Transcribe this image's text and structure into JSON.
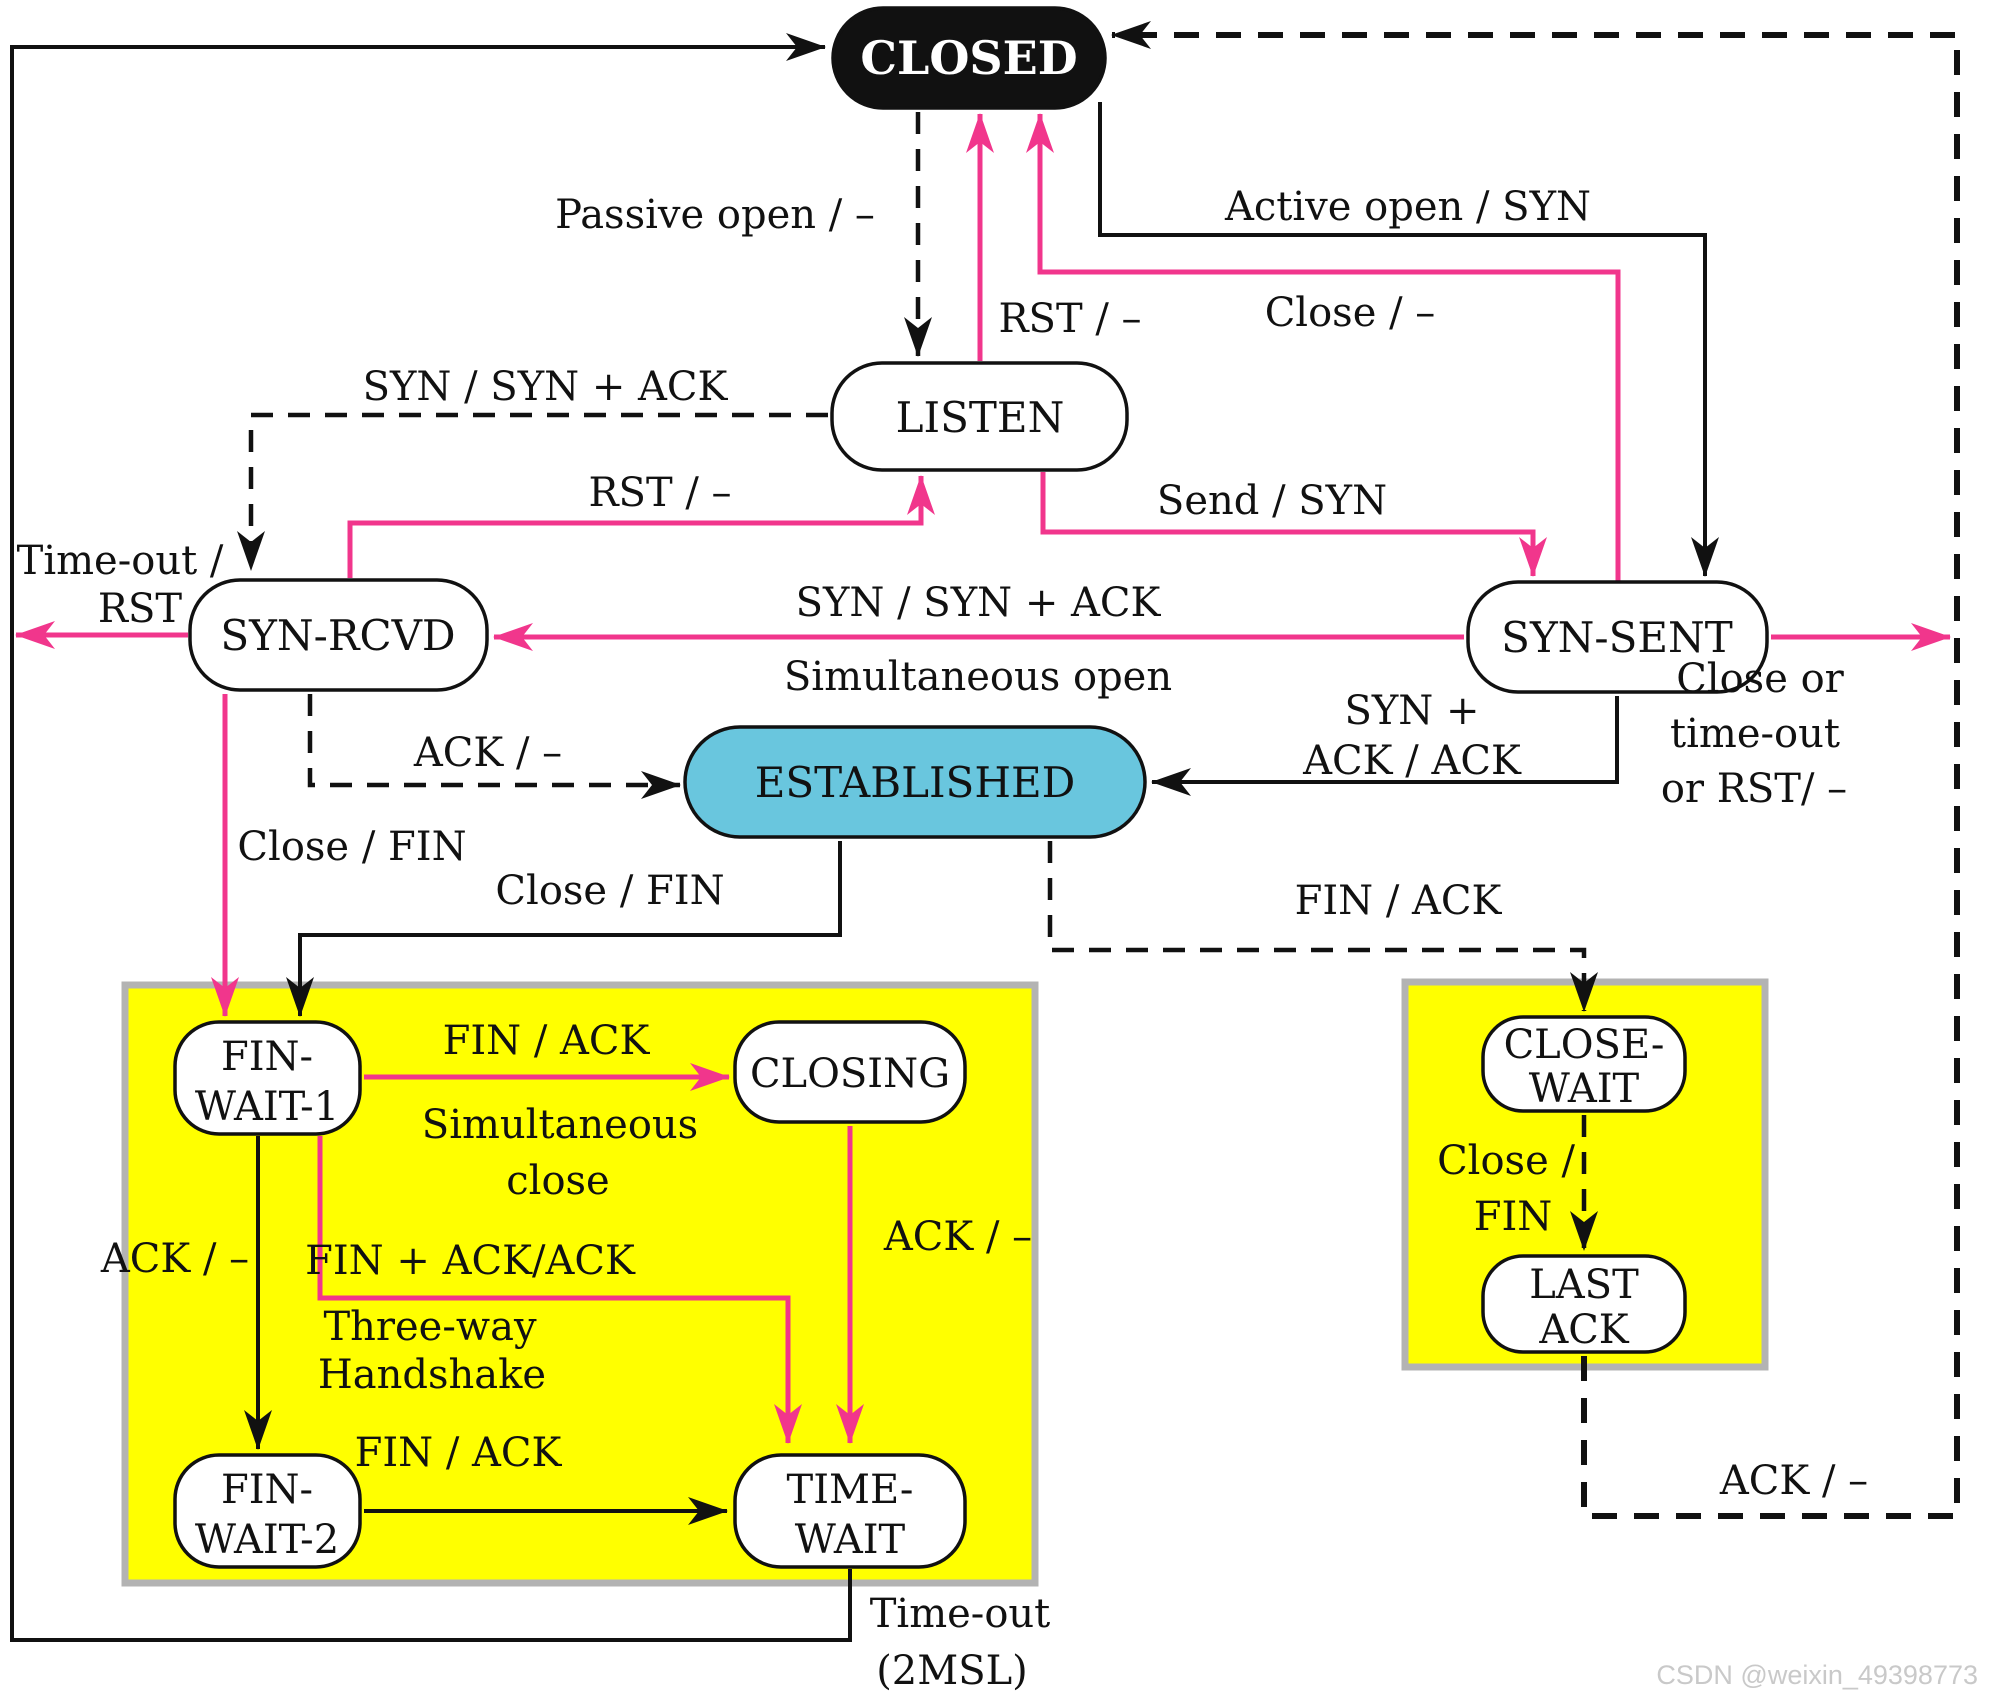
{
  "colors": {
    "pink": "#F1368C",
    "cyan": "#69C6DE",
    "yellow": "#FFFF00",
    "box_border_gray": "#B3B3B3",
    "black": "#111111",
    "watermark_gray": "#C9C9C9"
  },
  "watermark": "CSDN @weixin_49398773",
  "states": [
    {
      "id": "closed",
      "lines": [
        "CLOSED"
      ]
    },
    {
      "id": "listen",
      "lines": [
        "LISTEN"
      ]
    },
    {
      "id": "syn-rcvd",
      "lines": [
        "SYN-RCVD"
      ]
    },
    {
      "id": "syn-sent",
      "lines": [
        "SYN-SENT"
      ]
    },
    {
      "id": "established",
      "lines": [
        "ESTABLISHED"
      ]
    },
    {
      "id": "fin-wait-1",
      "lines": [
        "FIN-",
        "WAIT-1"
      ]
    },
    {
      "id": "closing",
      "lines": [
        "CLOSING"
      ]
    },
    {
      "id": "fin-wait-2",
      "lines": [
        "FIN-",
        "WAIT-2"
      ]
    },
    {
      "id": "time-wait",
      "lines": [
        "TIME-",
        "WAIT"
      ]
    },
    {
      "id": "close-wait",
      "lines": [
        "CLOSE-",
        "WAIT"
      ]
    },
    {
      "id": "last-ack",
      "lines": [
        "LAST",
        "ACK"
      ]
    }
  ],
  "transitions": [
    {
      "id": "passive-open",
      "from": "closed",
      "to": "listen",
      "style": "dashed-black",
      "label_lines": [
        "Passive open / –"
      ]
    },
    {
      "id": "rst-listen-closed",
      "from": "listen",
      "to": "closed",
      "style": "solid-pink",
      "label_lines": [
        "RST / –"
      ]
    },
    {
      "id": "close-synsent-closed",
      "from": "syn-sent",
      "to": "closed",
      "style": "solid-pink",
      "label_lines": [
        "Close / –"
      ]
    },
    {
      "id": "active-open",
      "from": "closed",
      "to": "syn-sent",
      "style": "solid-black",
      "label_lines": [
        "Active open / SYN"
      ]
    },
    {
      "id": "syn-listen-synrcvd",
      "from": "listen",
      "to": "syn-rcvd",
      "style": "dashed-black",
      "label_lines": [
        "SYN / SYN + ACK"
      ]
    },
    {
      "id": "rst-synrcvd-listen",
      "from": "syn-rcvd",
      "to": "listen",
      "style": "solid-pink",
      "label_lines": [
        "RST / –"
      ]
    },
    {
      "id": "send-syn",
      "from": "listen",
      "to": "syn-sent",
      "style": "solid-pink",
      "label_lines": [
        "Send / SYN"
      ]
    },
    {
      "id": "timeout-rst",
      "from": "syn-rcvd",
      "to": "closed",
      "style": "solid-pink",
      "label_lines": [
        "Time-out /",
        "RST"
      ]
    },
    {
      "id": "simultaneous-open",
      "from": "syn-sent",
      "to": "syn-rcvd",
      "style": "solid-pink",
      "label_lines": [
        "SYN / SYN + ACK",
        "Simultaneous open"
      ]
    },
    {
      "id": "ack-synrcvd-established",
      "from": "syn-rcvd",
      "to": "established",
      "style": "dashed-black",
      "label_lines": [
        "ACK / –"
      ]
    },
    {
      "id": "synack-ack",
      "from": "syn-sent",
      "to": "established",
      "style": "solid-black",
      "label_lines": [
        "SYN +",
        "ACK / ACK"
      ]
    },
    {
      "id": "close-timeout-rst",
      "from": "syn-sent",
      "to": "closed",
      "style": "solid-pink",
      "label_lines": [
        "Close or",
        "time-out",
        "or RST/ –"
      ]
    },
    {
      "id": "close-fin-synrcvd",
      "from": "syn-rcvd",
      "to": "fin-wait-1",
      "style": "solid-pink",
      "label_lines": [
        "Close / FIN"
      ]
    },
    {
      "id": "close-fin-established",
      "from": "established",
      "to": "fin-wait-1",
      "style": "solid-black",
      "label_lines": [
        "Close / FIN"
      ]
    },
    {
      "id": "fin-ack-est-closewait",
      "from": "established",
      "to": "close-wait",
      "style": "dashed-black",
      "label_lines": [
        "FIN / ACK"
      ]
    },
    {
      "id": "fin-ack-fw1-closing",
      "from": "fin-wait-1",
      "to": "closing",
      "style": "solid-pink",
      "label_lines": [
        "FIN / ACK",
        "Simultaneous",
        "close"
      ]
    },
    {
      "id": "ack-fw1-fw2",
      "from": "fin-wait-1",
      "to": "fin-wait-2",
      "style": "solid-black",
      "label_lines": [
        "ACK / –"
      ]
    },
    {
      "id": "threeway-fw1-timewait",
      "from": "fin-wait-1",
      "to": "time-wait",
      "style": "solid-pink",
      "label_lines": [
        "FIN + ACK/ACK",
        "Three-way",
        "Handshake"
      ]
    },
    {
      "id": "ack-closing-timewait",
      "from": "closing",
      "to": "time-wait",
      "style": "solid-pink",
      "label_lines": [
        "ACK / –"
      ]
    },
    {
      "id": "fin-ack-fw2-timewait",
      "from": "fin-wait-2",
      "to": "time-wait",
      "style": "solid-black",
      "label_lines": [
        "FIN / ACK"
      ]
    },
    {
      "id": "close-fin-cw-lastack",
      "from": "close-wait",
      "to": "last-ack",
      "style": "dashed-black",
      "label_lines": [
        "Close /",
        "FIN"
      ]
    },
    {
      "id": "ack-lastack-closed",
      "from": "last-ack",
      "to": "closed",
      "style": "dashed-black",
      "label_lines": [
        "ACK / –"
      ]
    },
    {
      "id": "timeout-2msl",
      "from": "time-wait",
      "to": "closed",
      "style": "solid-black",
      "label_lines": [
        "Time-out",
        "(2MSL)"
      ]
    }
  ]
}
